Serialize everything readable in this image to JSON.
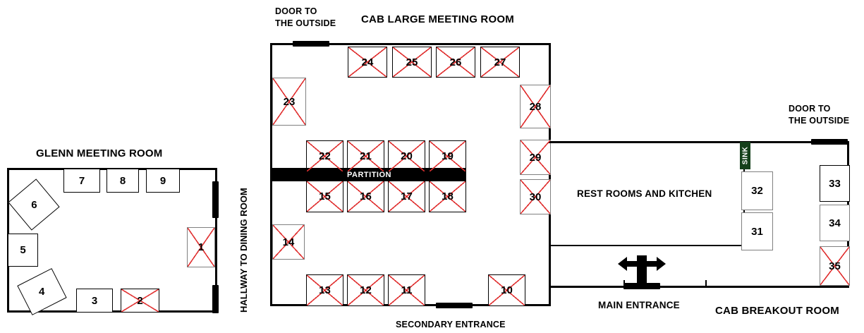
{
  "plan": {
    "title_cab_large": "CAB LARGE MEETING ROOM",
    "title_glenn": "GLENN MEETING ROOM",
    "title_breakout": "CAB BREAKOUT ROOM",
    "label_restrooms_kitchen": "REST ROOMS AND KITCHEN",
    "label_partition": "PARTITION",
    "label_sink": "SINK",
    "label_hallway": "HALLWAY TO DINING ROOM",
    "label_main_entrance": "MAIN ENTRANCE",
    "label_secondary_entrance": "SECONDARY ENTRANCE",
    "door_outside_top_line1": "DOOR TO",
    "door_outside_top_line2": "THE OUTSIDE",
    "door_outside_right_line1": "DOOR TO",
    "door_outside_right_line2": "THE OUTSIDE"
  },
  "colors": {
    "wall": "#000000",
    "table_border": "#000000",
    "table_border_gray": "#808080",
    "reserved_x": "#e03030",
    "sink_bg": "#14401a",
    "partition_bg": "#000000",
    "background": "#ffffff"
  },
  "tables": [
    {
      "id": "1",
      "number": "1",
      "reserved": true,
      "room": "glenn"
    },
    {
      "id": "2",
      "number": "2",
      "reserved": true,
      "room": "glenn"
    },
    {
      "id": "3",
      "number": "3",
      "reserved": false,
      "room": "glenn"
    },
    {
      "id": "4",
      "number": "4",
      "reserved": false,
      "room": "glenn"
    },
    {
      "id": "5",
      "number": "5",
      "reserved": false,
      "room": "glenn"
    },
    {
      "id": "6",
      "number": "6",
      "reserved": false,
      "room": "glenn"
    },
    {
      "id": "7",
      "number": "7",
      "reserved": false,
      "room": "glenn"
    },
    {
      "id": "8",
      "number": "8",
      "reserved": false,
      "room": "glenn"
    },
    {
      "id": "9",
      "number": "9",
      "reserved": false,
      "room": "glenn"
    },
    {
      "id": "10",
      "number": "10",
      "reserved": true,
      "room": "cab-large"
    },
    {
      "id": "11",
      "number": "11",
      "reserved": true,
      "room": "cab-large"
    },
    {
      "id": "12",
      "number": "12",
      "reserved": true,
      "room": "cab-large"
    },
    {
      "id": "13",
      "number": "13",
      "reserved": true,
      "room": "cab-large"
    },
    {
      "id": "14",
      "number": "14",
      "reserved": true,
      "room": "cab-large"
    },
    {
      "id": "15",
      "number": "15",
      "reserved": true,
      "room": "cab-large"
    },
    {
      "id": "16",
      "number": "16",
      "reserved": true,
      "room": "cab-large"
    },
    {
      "id": "17",
      "number": "17",
      "reserved": true,
      "room": "cab-large"
    },
    {
      "id": "18",
      "number": "18",
      "reserved": true,
      "room": "cab-large"
    },
    {
      "id": "19",
      "number": "19",
      "reserved": true,
      "room": "cab-large"
    },
    {
      "id": "20",
      "number": "20",
      "reserved": true,
      "room": "cab-large"
    },
    {
      "id": "21",
      "number": "21",
      "reserved": true,
      "room": "cab-large"
    },
    {
      "id": "22",
      "number": "22",
      "reserved": true,
      "room": "cab-large"
    },
    {
      "id": "23",
      "number": "23",
      "reserved": true,
      "room": "cab-large"
    },
    {
      "id": "24",
      "number": "24",
      "reserved": true,
      "room": "cab-large"
    },
    {
      "id": "25",
      "number": "25",
      "reserved": true,
      "room": "cab-large"
    },
    {
      "id": "26",
      "number": "26",
      "reserved": true,
      "room": "cab-large"
    },
    {
      "id": "27",
      "number": "27",
      "reserved": true,
      "room": "cab-large"
    },
    {
      "id": "28",
      "number": "28",
      "reserved": true,
      "room": "cab-large"
    },
    {
      "id": "29",
      "number": "29",
      "reserved": true,
      "room": "cab-large"
    },
    {
      "id": "30",
      "number": "30",
      "reserved": true,
      "room": "cab-large"
    },
    {
      "id": "31",
      "number": "31",
      "reserved": false,
      "room": "breakout"
    },
    {
      "id": "32",
      "number": "32",
      "reserved": false,
      "room": "breakout"
    },
    {
      "id": "33",
      "number": "33",
      "reserved": false,
      "room": "breakout"
    },
    {
      "id": "34",
      "number": "34",
      "reserved": false,
      "room": "breakout"
    },
    {
      "id": "35",
      "number": "35",
      "reserved": true,
      "room": "breakout"
    }
  ]
}
